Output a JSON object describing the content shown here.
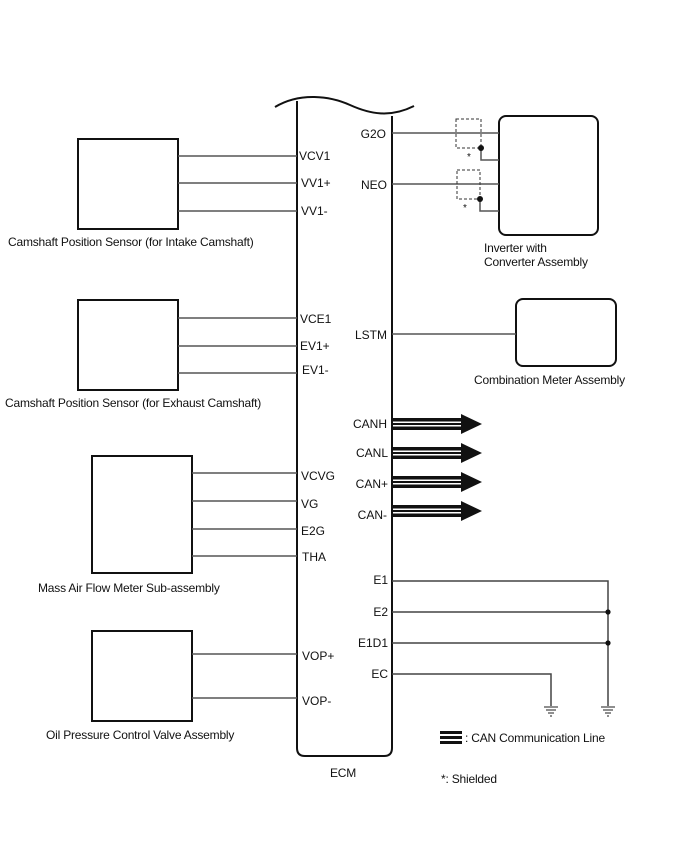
{
  "ecm": {
    "label": "ECM",
    "left_pins": [
      "VCV1",
      "VV1+",
      "VV1-",
      "VCE1",
      "EV1+",
      "EV1-",
      "VCVG",
      "VG",
      "E2G",
      "THA",
      "VOP+",
      "VOP-"
    ],
    "right_pins": [
      "G2O",
      "NEO",
      "LSTM",
      "CANH",
      "CANL",
      "CAN+",
      "CAN-",
      "E1",
      "E2",
      "E1D1",
      "EC"
    ]
  },
  "components": {
    "intake_cam_sensor": "Camshaft Position Sensor (for Intake Camshaft)",
    "exhaust_cam_sensor": "Camshaft Position Sensor (for Exhaust Camshaft)",
    "maf_meter": "Mass Air Flow Meter Sub-assembly",
    "ocv": "Oil Pressure Control Valve Assembly",
    "inverter_line1": "Inverter with",
    "inverter_line2": "Converter Assembly",
    "combination_meter": "Combination Meter Assembly"
  },
  "shield_marker": "*",
  "legend": {
    "can_line": ": CAN Communication Line",
    "shielded": "*: Shielded"
  }
}
